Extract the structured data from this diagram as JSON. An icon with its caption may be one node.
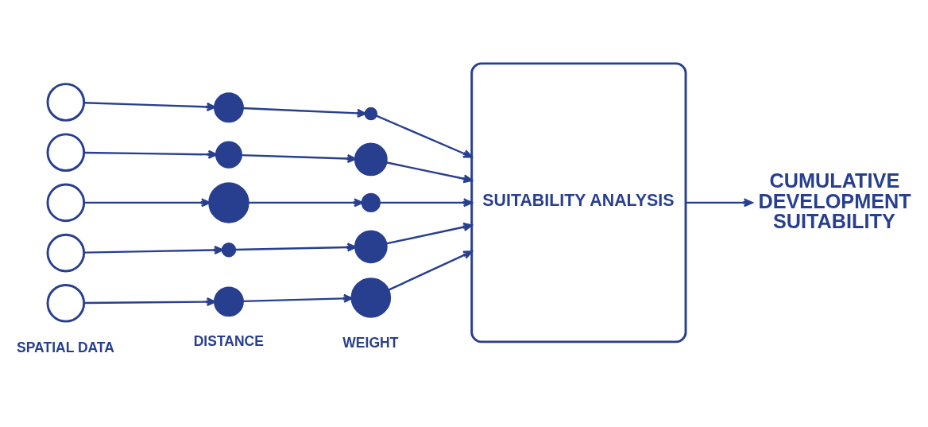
{
  "diagram": {
    "nodes": [
      {
        "text": [],
        "shape": "circle"
      },
      {
        "text": [],
        "shape": "dot"
      },
      {
        "text": [],
        "shape": "dot"
      },
      {
        "text": [],
        "shape": "circle"
      },
      {
        "text": [],
        "shape": "dot"
      },
      {
        "text": [],
        "shape": "dot"
      },
      {
        "text": [],
        "shape": "circle"
      },
      {
        "text": [],
        "shape": "dot"
      },
      {
        "text": [],
        "shape": "dot"
      },
      {
        "text": [],
        "shape": "circle"
      },
      {
        "text": [],
        "shape": "dot"
      },
      {
        "text": [],
        "shape": "dot"
      },
      {
        "text": [],
        "shape": "circle"
      },
      {
        "text": [],
        "shape": "dot"
      },
      {
        "text": [],
        "shape": "dot"
      },
      {
        "text": [
          "SUITABILITY ANALYSIS"
        ]
      },
      {
        "text": [
          "CUMULATIVE DEVELOPMENT SUITABILITY"
        ]
      }
    ],
    "edges": [
      {
        "from": 0,
        "to": 1,
        "arrow": "to"
      },
      {
        "from": 1,
        "to": 2,
        "arrow": "to"
      },
      {
        "from": 2,
        "to": 15,
        "arrow": "to"
      },
      {
        "from": 3,
        "to": 4,
        "arrow": "to"
      },
      {
        "from": 4,
        "to": 5,
        "arrow": "to"
      },
      {
        "from": 5,
        "to": 15,
        "arrow": "to"
      },
      {
        "from": 6,
        "to": 7,
        "arrow": "to"
      },
      {
        "from": 7,
        "to": 8,
        "arrow": "to"
      },
      {
        "from": 8,
        "to": 15,
        "arrow": "to"
      },
      {
        "from": 9,
        "to": 10,
        "arrow": "to"
      },
      {
        "from": 10,
        "to": 11,
        "arrow": "to"
      },
      {
        "from": 11,
        "to": 15,
        "arrow": "to"
      },
      {
        "from": 12,
        "to": 13,
        "arrow": "to"
      },
      {
        "from": 13,
        "to": 14,
        "arrow": "to"
      },
      {
        "from": 14,
        "to": 15,
        "arrow": "to"
      },
      {
        "from": 15,
        "to": 16,
        "arrow": "to"
      }
    ],
    "labels": [
      "SPATIAL DATA",
      "DISTANCE",
      "WEIGHT"
    ]
  }
}
